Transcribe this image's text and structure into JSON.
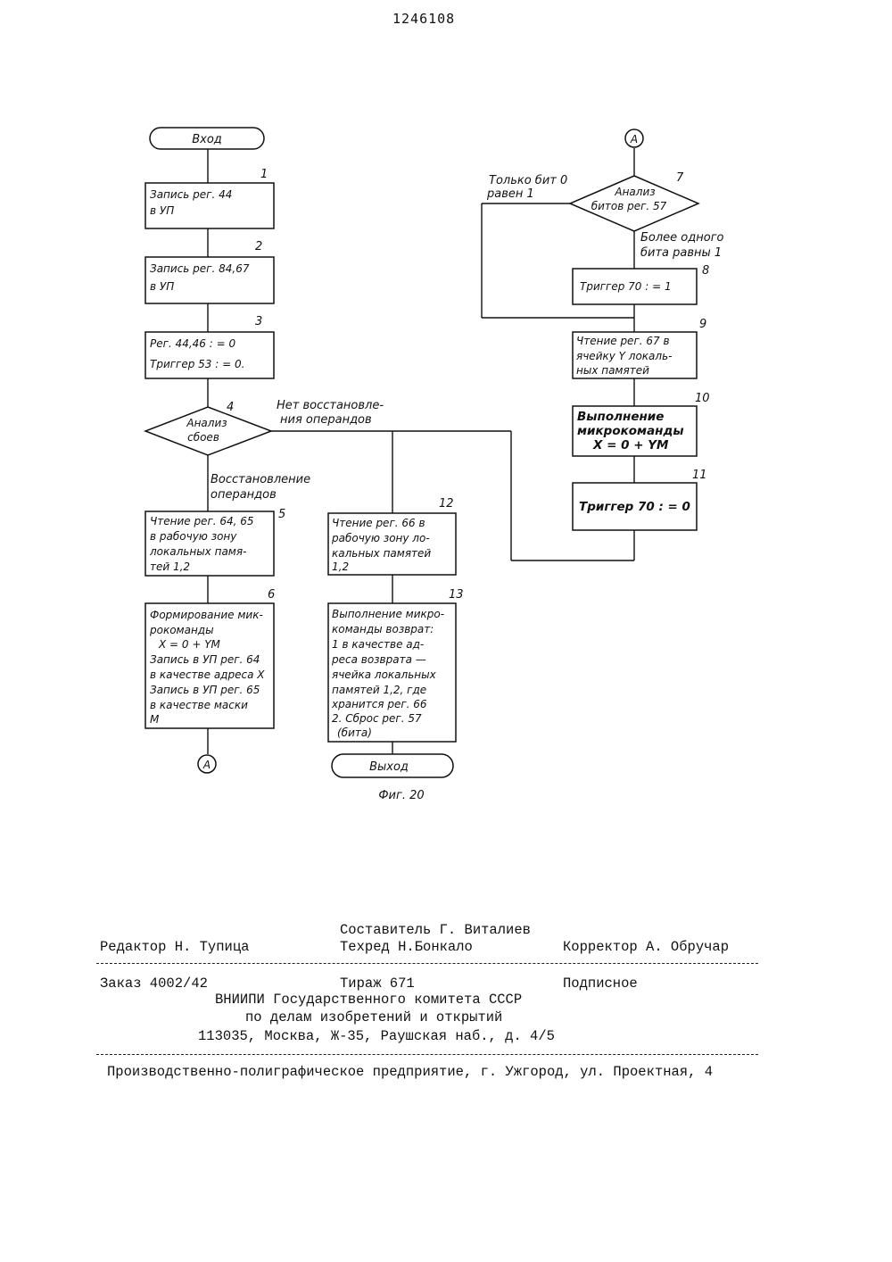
{
  "header": {
    "patent_number": "1246108"
  },
  "figure": {
    "caption": "Фиг. 20",
    "entry": "Вход",
    "exit": "Выход",
    "connector": "A",
    "blocks": {
      "b1": {
        "num": "1",
        "lines": [
          "Запись рег. 44",
          "в УП"
        ]
      },
      "b2": {
        "num": "2",
        "lines": [
          "Запись рег. 84,67",
          "в УП"
        ]
      },
      "b3": {
        "num": "3",
        "lines": [
          "Рег. 44,46 : = 0",
          "Триггер 53 : = 0."
        ]
      },
      "d4": {
        "num": "4",
        "lines": [
          "Анализ",
          "сбоев"
        ]
      },
      "b5": {
        "num": "5",
        "lines": [
          "Чтение рег. 64, 65",
          "в рабочую зону",
          "локальных памя-",
          "тей 1,2"
        ]
      },
      "b6": {
        "num": "6",
        "lines": [
          "Формирование мик-",
          "рокоманды",
          "X = 0 + YM",
          "Запись в УП рег. 64",
          "в качестве адреса X",
          "Запись в УП рег. 65",
          "в качестве маски",
          "M"
        ]
      },
      "d7": {
        "num": "7",
        "lines": [
          "Анализ",
          "битов рег. 57"
        ]
      },
      "b8": {
        "num": "8",
        "lines": [
          "Триггер 70 : = 1"
        ]
      },
      "b9": {
        "num": "9",
        "lines": [
          "Чтение рег. 67 в",
          "ячейку Y локаль-",
          "ных памятей"
        ]
      },
      "b10": {
        "num": "10",
        "lines": [
          "Выполнение",
          "микрокоманды",
          "X = 0 + YM"
        ]
      },
      "b11": {
        "num": "11",
        "lines": [
          "Триггер 70 : = 0"
        ]
      },
      "b12": {
        "num": "12",
        "lines": [
          "Чтение рег. 66 в",
          "рабочую зону ло-",
          "кальных памятей",
          "1,2"
        ]
      },
      "b13": {
        "num": "13",
        "lines": [
          "Выполнение микро-",
          "команды возврат:",
          "1 в качестве ад-",
          "реса возврата —",
          "ячейка локальных",
          "памятей 1,2, где",
          "хранится рег. 66",
          "2. Сброс рег. 57",
          "(бита)"
        ]
      }
    },
    "branch_labels": {
      "no_restore": [
        "Нет восстановле-",
        "ния операндов"
      ],
      "restore": [
        "Восстановление",
        "операндов"
      ],
      "only_bit0": [
        "Только бит 0",
        "равен 1"
      ],
      "more_than_one": [
        "Более одного",
        "бита равны 1"
      ]
    }
  },
  "colophon": {
    "compiler": "Составитель Г. Виталиев",
    "editor": "Редактор Н. Тупица",
    "techred": "Техред Н.Бонкало",
    "corrector": "Корректор А. Обручар",
    "order": "Заказ 4002/42",
    "circulation": "Тираж 671",
    "subscription": "Подписное",
    "org1": "ВНИИПИ Государственного комитета СССР",
    "org2": "по делам изобретений и открытий",
    "address": "113035, Москва, Ж-35, Раушская наб., д. 4/5",
    "printer": "Производственно-полиграфическое предприятие, г. Ужгород, ул. Проектная, 4"
  }
}
